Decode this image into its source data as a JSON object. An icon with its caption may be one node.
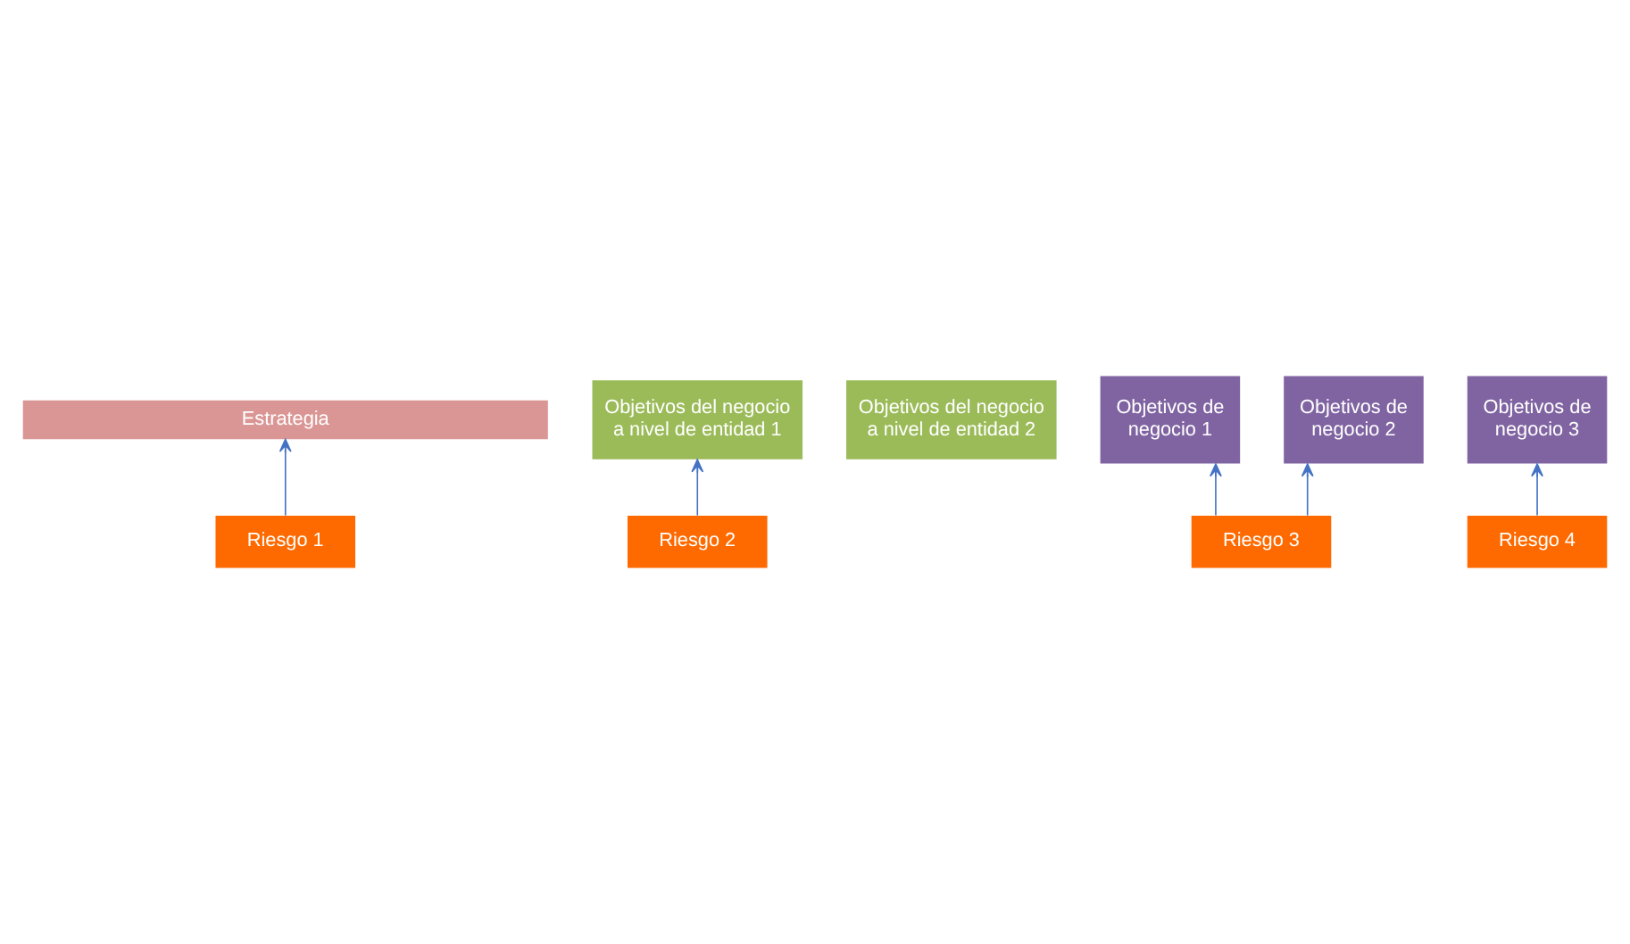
{
  "diagram": {
    "nodes": [
      {
        "text": [
          "Estrategia"
        ]
      },
      {
        "text": [
          "Objetivos del negocio a nivel de entidad 1"
        ]
      },
      {
        "text": [
          "Objetivos del negocio a nivel de entidad 2"
        ]
      },
      {
        "text": [
          "Objetivos de negocio 1"
        ]
      },
      {
        "text": [
          "Objetivos de negocio 2"
        ]
      },
      {
        "text": [
          "Objetivos de negocio 3"
        ]
      },
      {
        "text": [
          "Riesgo 1"
        ]
      },
      {
        "text": [
          "Riesgo 2"
        ]
      },
      {
        "text": [
          "Riesgo 3"
        ]
      },
      {
        "text": [
          "Riesgo 4"
        ]
      }
    ],
    "edges": [
      {
        "from": 6,
        "to": 0,
        "arrow": "to"
      },
      {
        "from": 7,
        "to": 1,
        "arrow": "to"
      },
      {
        "from": 8,
        "to": 3,
        "arrow": "to"
      },
      {
        "from": 8,
        "to": 4,
        "arrow": "to"
      },
      {
        "from": 9,
        "to": 5,
        "arrow": "to"
      }
    ]
  }
}
